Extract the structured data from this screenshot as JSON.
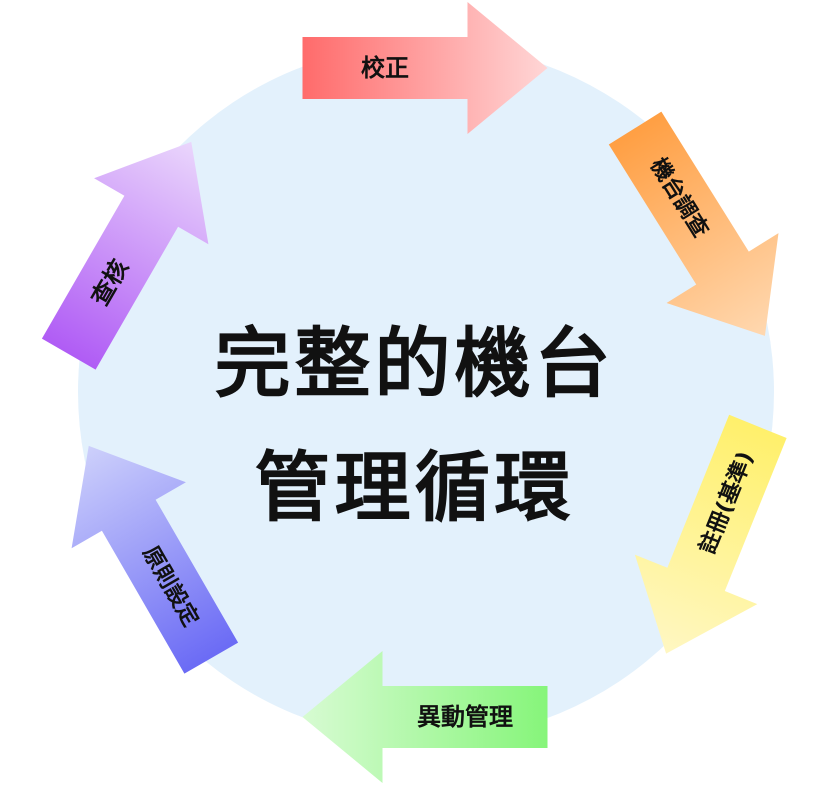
{
  "diagram": {
    "title_line1": "完整的機台",
    "title_line2": "管理循環",
    "circle_color": "#e3f1fc",
    "steps": [
      {
        "label": "校正",
        "color_start": "#ff6b6b",
        "color_end": "#ffd6d6"
      },
      {
        "label": "機台調查",
        "color_start": "#ff9f43",
        "color_end": "#ffd8b0"
      },
      {
        "label": "註冊(基準)",
        "color_start": "#fff06b",
        "color_end": "#fff7c2"
      },
      {
        "label": "異動管理",
        "color_start": "#86f57a",
        "color_end": "#d7fbd2"
      },
      {
        "label": "原則設定",
        "color_start": "#6b6bf5",
        "color_end": "#cdd0fb"
      },
      {
        "label": "查核",
        "color_start": "#b05cf5",
        "color_end": "#ead6fc"
      }
    ]
  }
}
